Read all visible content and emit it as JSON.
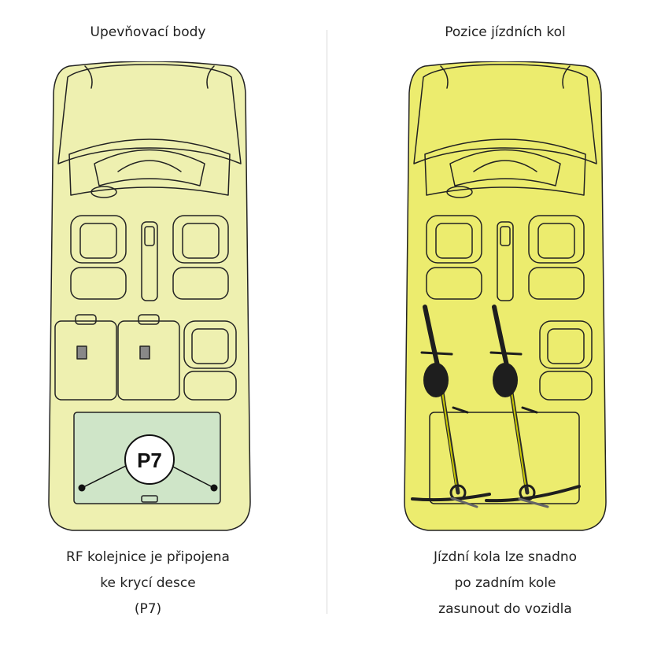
{
  "left_panel": {
    "title": "Upevňovací body",
    "marker": "P7",
    "caption": [
      "RF kolejnice je připojena",
      "ke krycí desce",
      "(P7)"
    ],
    "car_fill": "#eef0b0",
    "plate_fill": "#cfe5c8"
  },
  "right_panel": {
    "title": "Pozice jízdních kol",
    "caption": [
      "Jízdní kola lze snadno",
      "po zadním kole",
      "zasunout do vozidla"
    ],
    "car_fill": "#ecec6e",
    "bike_color": "#1e1e1e",
    "bike_accent": "#c8c800"
  }
}
